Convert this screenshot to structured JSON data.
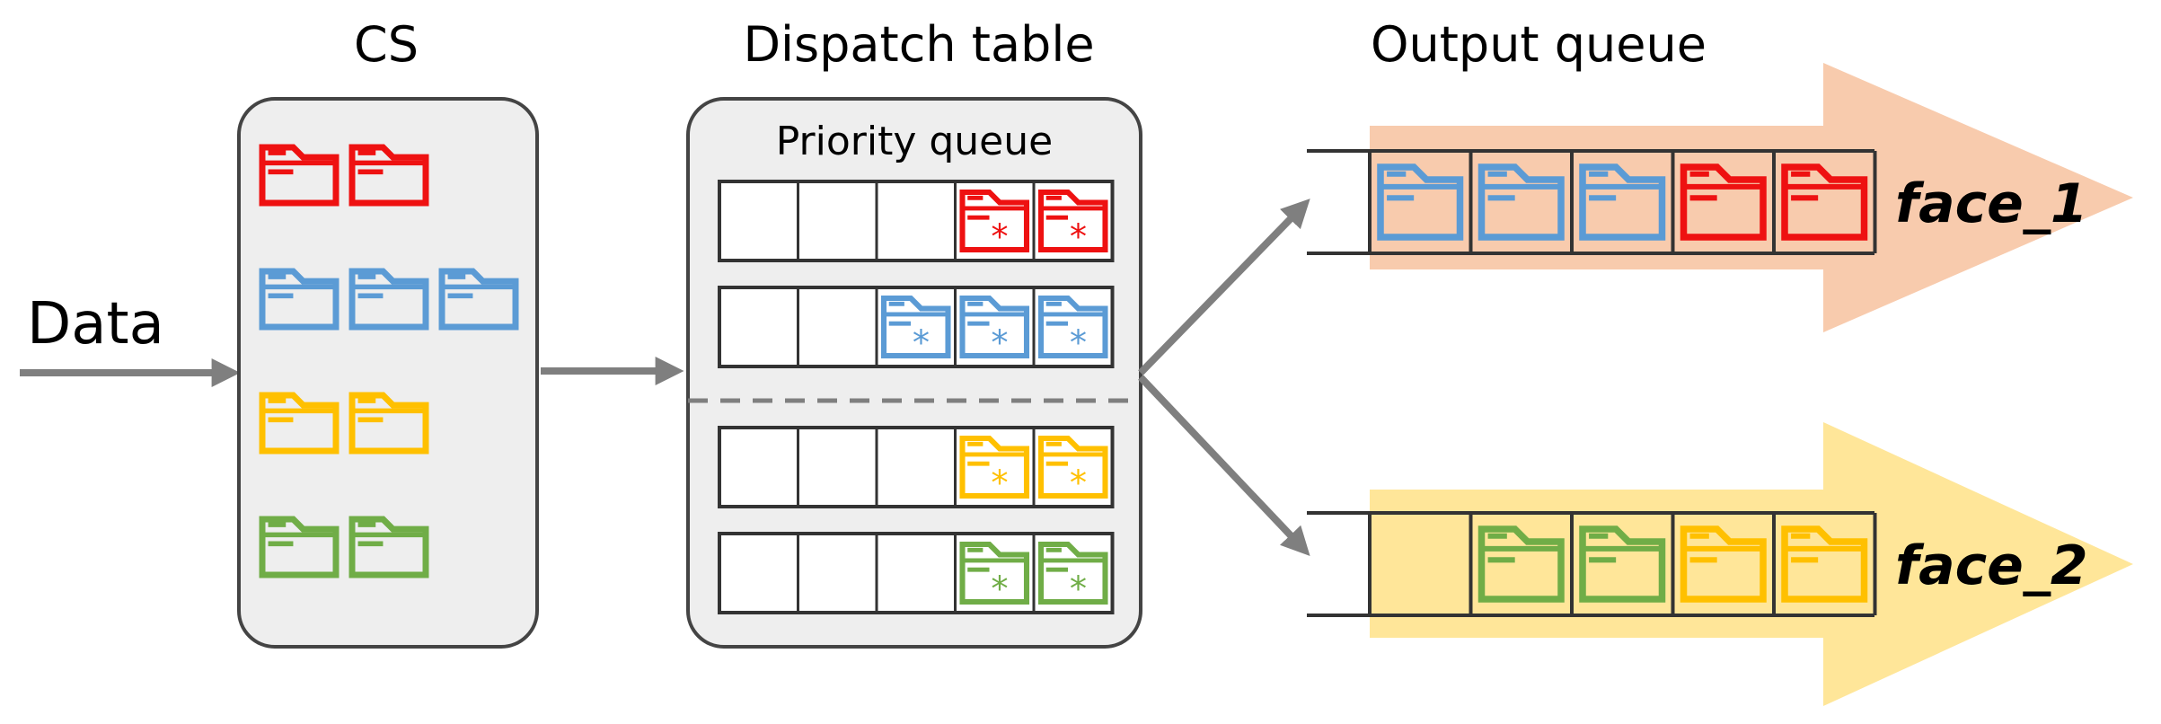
{
  "labels": {
    "data_input": "Data",
    "cs_title": "CS",
    "dispatch_title": "Dispatch table",
    "priority_queue": "Priority queue",
    "output_title": "Output queue"
  },
  "colors": {
    "red": "#ee1111",
    "blue": "#5b9bd5",
    "yellow": "#ffc000",
    "green": "#70ad47",
    "panel_fill": "#eeeeee",
    "panel_stroke": "#444444",
    "arrow_gray": "#7f7f7f",
    "face1_arrow": "#f8cbad",
    "face2_arrow": "#ffe699"
  },
  "cs": {
    "rows": [
      {
        "color": "red",
        "count": 2
      },
      {
        "color": "blue",
        "count": 3
      },
      {
        "color": "yellow",
        "count": 2
      },
      {
        "color": "green",
        "count": 2
      }
    ]
  },
  "dispatch": {
    "slots_per_queue": 5,
    "queues": [
      {
        "color": "red",
        "filled": 2
      },
      {
        "color": "blue",
        "filled": 3
      },
      {
        "color": "yellow",
        "filled": 2
      },
      {
        "color": "green",
        "filled": 2
      }
    ],
    "marker": "*"
  },
  "faces": [
    {
      "label": "face_1",
      "slots": [
        "blue",
        "blue",
        "blue",
        "red",
        "red"
      ]
    },
    {
      "label": "face_2",
      "slots": [
        null,
        "green",
        "green",
        "yellow",
        "yellow"
      ]
    }
  ]
}
